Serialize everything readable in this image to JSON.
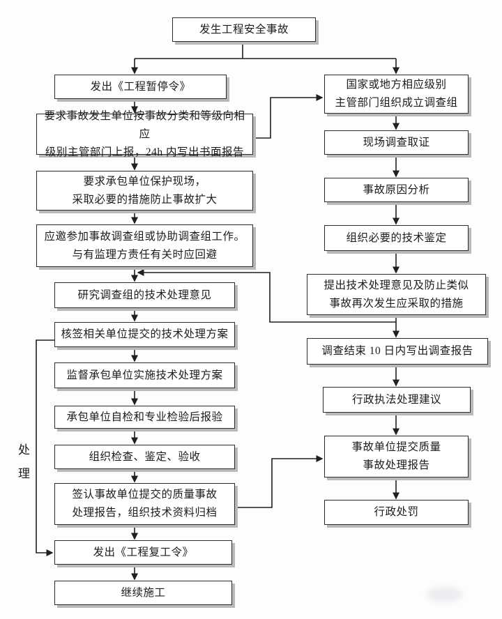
{
  "flowchart": {
    "side_label": "处理",
    "nodes": {
      "start": {
        "text": "发生工程安全事故"
      },
      "l1": {
        "text": "发出《工程暂停令》"
      },
      "l2": {
        "text": "要求事故发生单位按事故分类和等级向相应\n级别主管部门上报，24h 内写出书面报告"
      },
      "l3": {
        "text": "要求承包单位保护现场，\n采取必要的措施防止事故扩大"
      },
      "l4": {
        "text": "应邀参加事故调查组或协助调查组工作。\n与有监理方责任有关时应回避"
      },
      "l5": {
        "text": "研究调查组的技术处理意见"
      },
      "l6": {
        "text": "核签相关单位提交的技术处理方案"
      },
      "l7": {
        "text": "监督承包单位实施技术处理方案"
      },
      "l8": {
        "text": "承包单位自检和专业检验后报验"
      },
      "l9": {
        "text": "组织检查、鉴定、验收"
      },
      "l10": {
        "text": "签认事故单位提交的质量事故\n处理报告，组织技术资料归档"
      },
      "l11": {
        "text": "发出《工程复工令》"
      },
      "l12": {
        "text": "继续施工"
      },
      "r1": {
        "text": "国家或地方相应级别\n主管部门组织成立调查组"
      },
      "r2": {
        "text": "现场调查取证"
      },
      "r3": {
        "text": "事故原因分析"
      },
      "r4": {
        "text": "组织必要的技术鉴定"
      },
      "r5": {
        "text": "提出技术处理意见及防止类似\n事故再次发生应采取的措施"
      },
      "r6": {
        "text": "调查结束 10 日内写出调查报告"
      },
      "r7": {
        "text": "行政执法处理建议"
      },
      "r8": {
        "text": "事故单位提交质量\n事故处理报告"
      },
      "r9": {
        "text": "行政处罚"
      }
    },
    "colors": {
      "line": "#1f1f1f",
      "box_border": "#2a2a2a",
      "box_shadow": "#b9b9b9",
      "background": "#fdfdfd"
    }
  }
}
